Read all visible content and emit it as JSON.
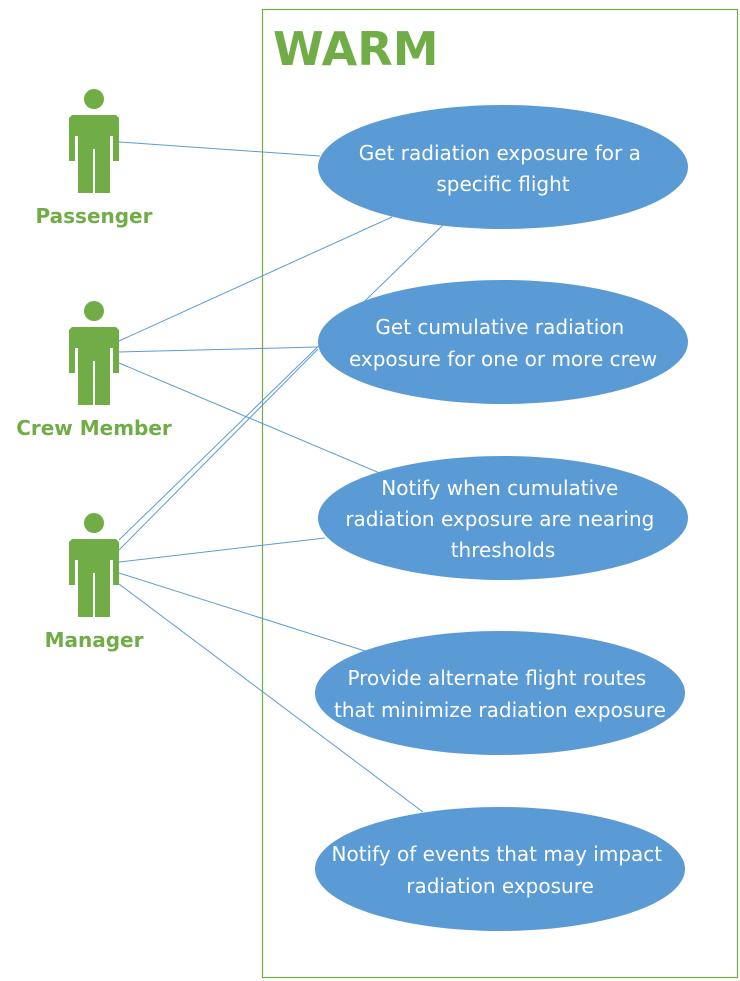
{
  "system": {
    "title": "WARM",
    "border_color": "#70ad47"
  },
  "colors": {
    "actor": "#70ad47",
    "use_case_fill": "#5b9bd5",
    "use_case_text": "#ffffff",
    "association_line": "#5b9bd5"
  },
  "actors": [
    {
      "id": "passenger",
      "label": "Passenger"
    },
    {
      "id": "crew",
      "label": "Crew Member"
    },
    {
      "id": "manager",
      "label": "Manager"
    }
  ],
  "use_cases": [
    {
      "id": "uc1",
      "lines": [
        "Get radiation exposure for a",
        "specific flight"
      ]
    },
    {
      "id": "uc2",
      "lines": [
        "Get cumulative radiation",
        "exposure for one or more crew"
      ]
    },
    {
      "id": "uc3",
      "lines": [
        "Notify when cumulative",
        "radiation exposure are nearing",
        "thresholds"
      ]
    },
    {
      "id": "uc4",
      "lines": [
        "Provide alternate flight routes",
        "that minimize radiation exposure"
      ]
    },
    {
      "id": "uc5",
      "lines": [
        "Notify of events that may impact",
        "radiation exposure"
      ]
    }
  ],
  "associations": [
    {
      "actor": "passenger",
      "use_case": "uc1"
    },
    {
      "actor": "crew",
      "use_case": "uc1"
    },
    {
      "actor": "crew",
      "use_case": "uc2"
    },
    {
      "actor": "crew",
      "use_case": "uc3"
    },
    {
      "actor": "manager",
      "use_case": "uc1"
    },
    {
      "actor": "manager",
      "use_case": "uc2"
    },
    {
      "actor": "manager",
      "use_case": "uc3"
    },
    {
      "actor": "manager",
      "use_case": "uc4"
    },
    {
      "actor": "manager",
      "use_case": "uc5"
    }
  ]
}
